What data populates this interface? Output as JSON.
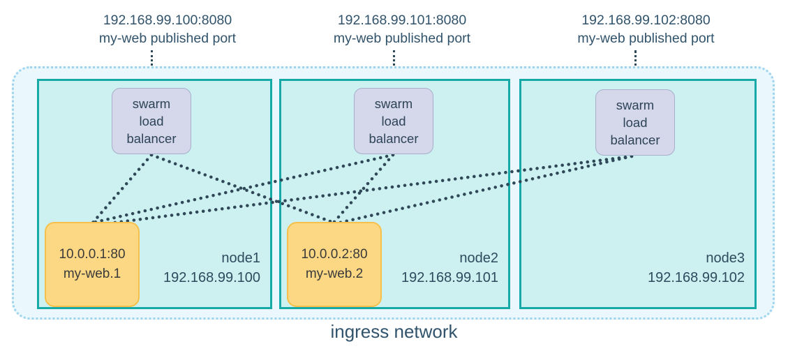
{
  "diagram": {
    "title": "ingress network",
    "colors": {
      "ingress_fill": "#eaf7fc",
      "ingress_border": "#9ed4ee",
      "node_fill": "#cdf0f0",
      "node_border": "#17a8a8",
      "load_balancer_fill": "#d4d8ea",
      "load_balancer_border": "#a8aecb",
      "task_fill": "#fcd884",
      "task_border": "#f7c04a",
      "text": "#31536b",
      "line": "#2f4858"
    }
  },
  "callouts": [
    {
      "address": "192.168.99.100:8080",
      "description": "my-web published port"
    },
    {
      "address": "192.168.99.101:8080",
      "description": "my-web published port"
    },
    {
      "address": "192.168.99.102:8080",
      "description": "my-web published port"
    }
  ],
  "nodes": [
    {
      "name": "node1",
      "ip": "192.168.99.100",
      "load_balancer": {
        "line1": "swarm",
        "line2": "load",
        "line3": "balancer"
      },
      "task": {
        "address": "10.0.0.1:80",
        "name": "my-web.1"
      }
    },
    {
      "name": "node2",
      "ip": "192.168.99.101",
      "load_balancer": {
        "line1": "swarm",
        "line2": "load",
        "line3": "balancer"
      },
      "task": {
        "address": "10.0.0.2:80",
        "name": "my-web.2"
      }
    },
    {
      "name": "node3",
      "ip": "192.168.99.102",
      "load_balancer": {
        "line1": "swarm",
        "line2": "load",
        "line3": "balancer"
      },
      "task": null
    }
  ],
  "routing_mesh": {
    "description": "Each swarm load balancer routes to every my-web task",
    "connections": [
      {
        "from": "node1-load-balancer",
        "to": "my-web.1"
      },
      {
        "from": "node1-load-balancer",
        "to": "my-web.2"
      },
      {
        "from": "node2-load-balancer",
        "to": "my-web.1"
      },
      {
        "from": "node2-load-balancer",
        "to": "my-web.2"
      },
      {
        "from": "node3-load-balancer",
        "to": "my-web.1"
      },
      {
        "from": "node3-load-balancer",
        "to": "my-web.2"
      }
    ]
  }
}
